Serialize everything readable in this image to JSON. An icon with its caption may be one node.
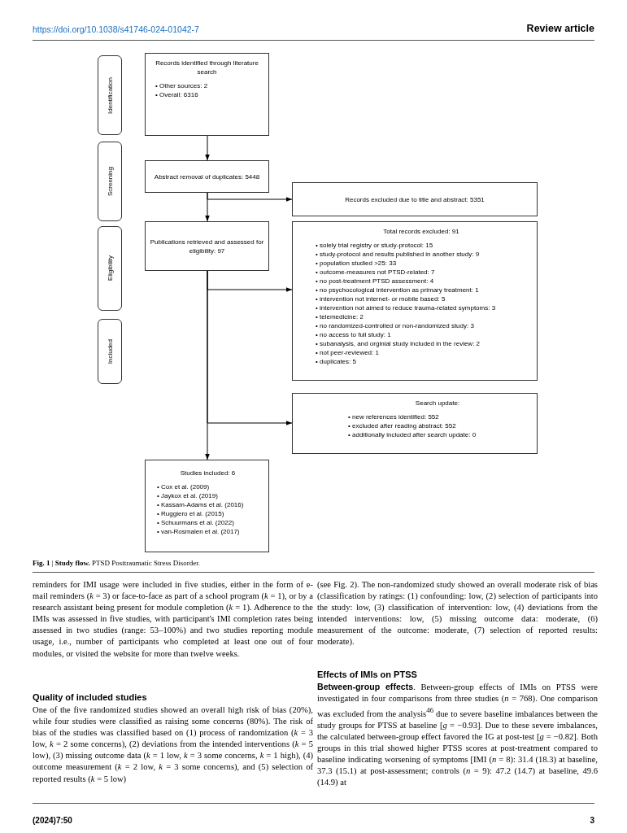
{
  "diagram": {
    "caption": "**Fig. 1** | **Study flow.** PTSD Posttraumatic Stress Disorder.",
    "nodes": [
      {
        "text": [
          "Identification"
        ]
      },
      {
        "text": [
          "Screening"
        ]
      },
      {
        "text": [
          "Eligibility"
        ]
      },
      {
        "text": [
          "Included"
        ]
      },
      {
        "text": [
          "Records identified through literature search",
          "• Other sources: 2",
          "• Overall: 6316"
        ]
      },
      {
        "text": [
          "Abstract removal of duplicates: 5448"
        ]
      },
      {
        "text": [
          "Records excluded due to title and abstract: 5351"
        ]
      },
      {
        "text": [
          "Publications retrieved and assessed for eligibility: 97"
        ]
      },
      {
        "text": [
          "Total records excluded: 91",
          "• solely trial registry or study-protocol: 15",
          "• study-protocol and results published in another study: 9",
          "• population studied >25: 33",
          "• outcome-measures not PTSD-related: 7",
          "• no post-treatment PTSD assessment: 4",
          "• no psychocological intervention as primary treatment: 1",
          "• intervention not internet- or mobile based: 5",
          "• intervention not aimed to reduce trauma-related symptoms: 3",
          "• telemedicine: 2",
          "• no randomized-controlled or non-randomized study: 3",
          "• no access to full study: 1",
          "• subanalysis, and orginial study included in the review: 2",
          "• not peer-reviewed: 1",
          "• duplicates: 5"
        ]
      },
      {
        "text": [
          "Search update:",
          "• new references identified: 552",
          "• excluded after reading abstract: 552",
          "• additionally included after search update: 0"
        ]
      },
      {
        "text": [
          "Studies included: 6",
          "• Cox et al. (2009)",
          "• Jaykox et al. (2019)",
          "• Kassam-Adams et al. (2016)",
          "• Ruggiero et al. (2015)",
          "• Schuurmans et al. (2022)",
          "• van-Rosmalen et al. (2017)"
        ]
      }
    ],
    "edges": [
      {
        "from": 4,
        "to": 5,
        "arrow": "to"
      },
      {
        "from": 5,
        "to": 6,
        "arrow": "to"
      },
      {
        "from": 5,
        "to": 7,
        "arrow": "to"
      },
      {
        "from": 7,
        "to": 8,
        "arrow": "to"
      },
      {
        "from": 7,
        "to": 9,
        "arrow": "to"
      },
      {
        "from": 7,
        "to": 10,
        "arrow": "to"
      }
    ],
    "labels": [
      "https://doi.org/10.1038/s41746-024-01042-7",
      "Review article",
      "reminders for IMI usage were included in five studies, either in the form of e-mail reminders (*k* = 3) or face-to-face as part of a school program (*k* = 1), or by a research assistant being present for module completion (*k* = 1). Adherence to the IMIs was assessed in five studies, with participant's IMI completion rates being assessed in two studies (range: 53–100%) and two studies reporting module usage, i.e., number of participants who completed at least one out of four modules, or visited the website for more than twelve weeks.",
      "Quality of included studies",
      "One of the five randomized studies showed an overall high risk of bias (20%), while four studies were classified as raising some concerns (80%). The risk of bias of the studies was classified based on (1) process of randomization (*k* = 3 low, *k* = 2 some concerns), (2) deviations from the intended interventions (*k* = 5 low), (3) missing outcome data (*k* = 1 low, *k* = 3 some concerns, *k* = 1 high), (4) outcome measurement (*k* = 2 low, *k* = 3 some concerns), and (5) selection of reported results (*k* = 5 low)",
      "(see Fig. 2). The non-randomized study showed an overall moderate risk of bias (classification by ratings: (1) confounding: low, (2) selection of participants into the study: low, (3) classification of intervention: low, (4) deviations from the intended interventions: low, (5) missing outcome data: moderate, (6) measurement of the outcome: moderate, (7) selection of reported results: moderate).",
      "Effects of IMIs on PTSS",
      "**Between-group effects**. Between-group effects of IMIs on PTSS were investigated in four comparisons from three studies (*n* = 768). One comparison was excluded from the analysis$^{46}$ due to severe baseline imbalances between the study groups for PTSS at baseline [*g* = −0.93]. Due to these severe imbalances, the calculated between-group effect favored the IG at post-test [*g* = −0.82]. Both groups in this trial showed higher PTSS scores at post-treatment compared to baseline indicating worsening of symptoms [IMI (*n* = 8): 31.4 (18.3) at baseline, 37.3 (15.1) at post-assessment; controls (*n* = 9): 47.2 (14.7) at baseline, 49.6 (14.9) at",
      "(2024)7:50",
      "3"
    ]
  }
}
